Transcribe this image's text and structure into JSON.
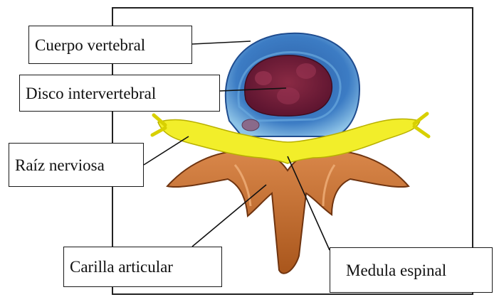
{
  "labels": {
    "cuerpo_vertebral": "Cuerpo vertebral",
    "disco_intervertebral": "Disco intervertebral",
    "raiz_nerviosa": "Raíz nerviosa",
    "carilla_articular": "Carilla articular",
    "medula_espinal": "Medula espinal"
  },
  "colors": {
    "vertebral_body": "#3f7fc8",
    "disc": "#7a1f3c",
    "nerve": "#f2ee2a",
    "bone": "#c9732d"
  }
}
